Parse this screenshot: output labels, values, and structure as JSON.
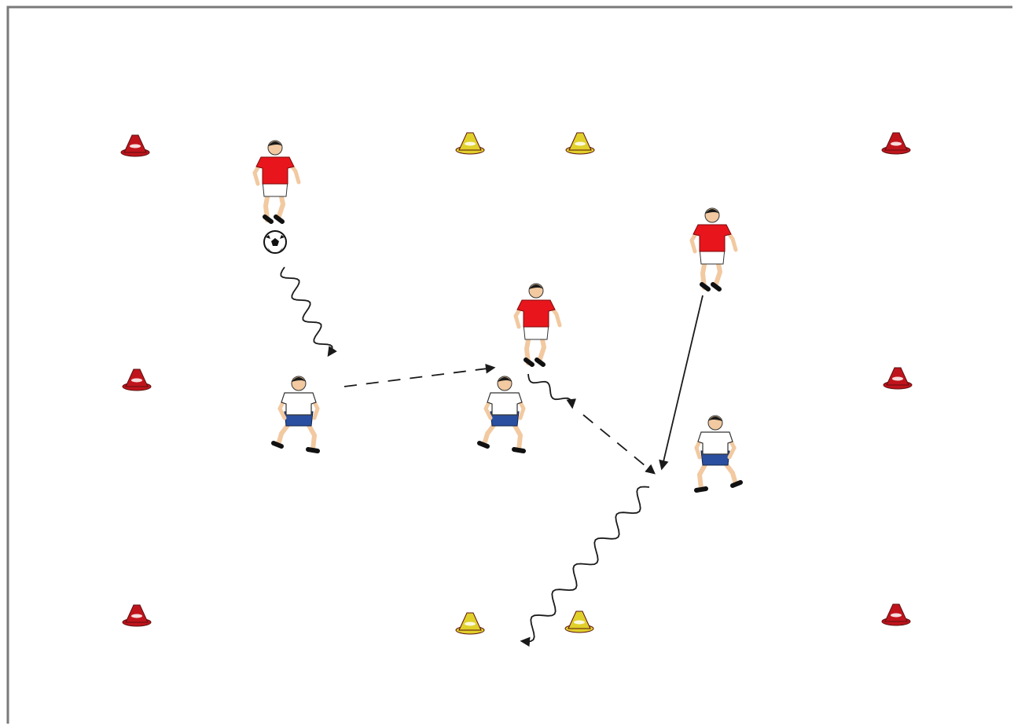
{
  "diagram": {
    "colors": {
      "background": "#ffffff",
      "border": "#7a7a7a",
      "red_cone": "#c0141c",
      "yellow_cone": "#e0d02a",
      "attacker_shirt": "#e8161c",
      "defender_shirt": "#ffffff",
      "defender_shorts": "#2a4fa0",
      "skin": "#f2c9a0",
      "hair": "#1a1a1a",
      "line": "#1a1a1a"
    },
    "cones": [
      {
        "id": "red-cone-top-left",
        "color": "red"
      },
      {
        "id": "yellow-cone-top-left",
        "color": "yellow"
      },
      {
        "id": "yellow-cone-top-right",
        "color": "yellow"
      },
      {
        "id": "red-cone-top-right",
        "color": "red"
      },
      {
        "id": "red-cone-middle-left",
        "color": "red"
      },
      {
        "id": "red-cone-middle-right",
        "color": "red"
      },
      {
        "id": "red-cone-bottom-left",
        "color": "red"
      },
      {
        "id": "yellow-cone-bottom-left",
        "color": "yellow"
      },
      {
        "id": "yellow-cone-bottom-right",
        "color": "yellow"
      },
      {
        "id": "red-cone-bottom-right",
        "color": "red"
      }
    ],
    "players": [
      {
        "id": "attacker-top-left",
        "team": "red",
        "pose": "running"
      },
      {
        "id": "attacker-center",
        "team": "red",
        "pose": "running"
      },
      {
        "id": "attacker-top-right",
        "team": "red",
        "pose": "running"
      },
      {
        "id": "defender-left",
        "team": "white",
        "pose": "crouch"
      },
      {
        "id": "defender-center",
        "team": "white",
        "pose": "crouch"
      },
      {
        "id": "defender-right",
        "team": "white",
        "pose": "crouch"
      }
    ],
    "ball": {
      "id": "soccer-ball"
    },
    "movements": [
      {
        "id": "dribble-path-top-left",
        "style": "wavy"
      },
      {
        "id": "pass-path-to-center",
        "style": "dashed"
      },
      {
        "id": "dribble-path-center",
        "style": "wavy"
      },
      {
        "id": "pass-path-to-right",
        "style": "dashed"
      },
      {
        "id": "run-path-top-right",
        "style": "solid"
      },
      {
        "id": "dribble-path-bottom",
        "style": "wavy"
      }
    ]
  }
}
